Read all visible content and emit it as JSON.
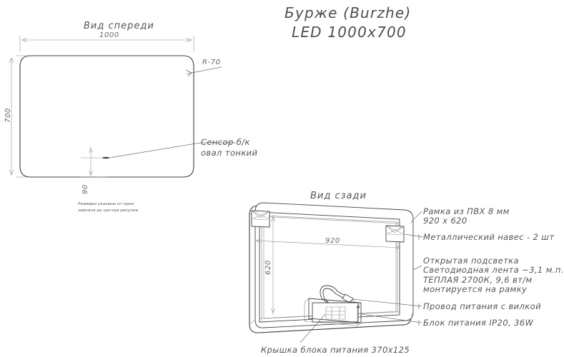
{
  "document": {
    "type": "technical-drawing",
    "background": "#ffffff",
    "line_color": "#4a4a4a"
  },
  "title": {
    "line1": "Буржe (Burzhe)",
    "line1_actual": "Бурже (Burzhe)",
    "line2": "LED 1000x700"
  },
  "front_view": {
    "caption": "Вид спереди",
    "dim_width": "1000",
    "dim_height": "700",
    "radius_label": "R-70",
    "sensor_label_line1": "Сенсор б/к",
    "sensor_label_line2": "овал тонкий",
    "sensor_offset": "90",
    "note_line1": "Размеры указаны от края",
    "note_line2": "зеркала до центра рисунка"
  },
  "rear_view": {
    "caption": "Вид сзади",
    "dim_width": "920",
    "dim_height": "620",
    "callouts": [
      {
        "id": "frame",
        "line1": "Рамка из ПВХ 8 мм",
        "line2": "920 х 620"
      },
      {
        "id": "hanger",
        "line1": "Металлический навес - 2 шт",
        "line2": ""
      },
      {
        "id": "led",
        "line1": "Открытая подсветка",
        "line2": "Светодиодная лента ~3,1 м.п.",
        "line3": "ТЕПЛАЯ 2700К, 9,6 вт/м",
        "line4": "монтируется на рамку"
      },
      {
        "id": "cord",
        "line1": "Провод питания с вилкой",
        "line2": ""
      },
      {
        "id": "psu",
        "line1": "Блок питания IP20, 36W",
        "line2": ""
      }
    ],
    "bottom_callout": "Крышка блока питания 370х125"
  }
}
